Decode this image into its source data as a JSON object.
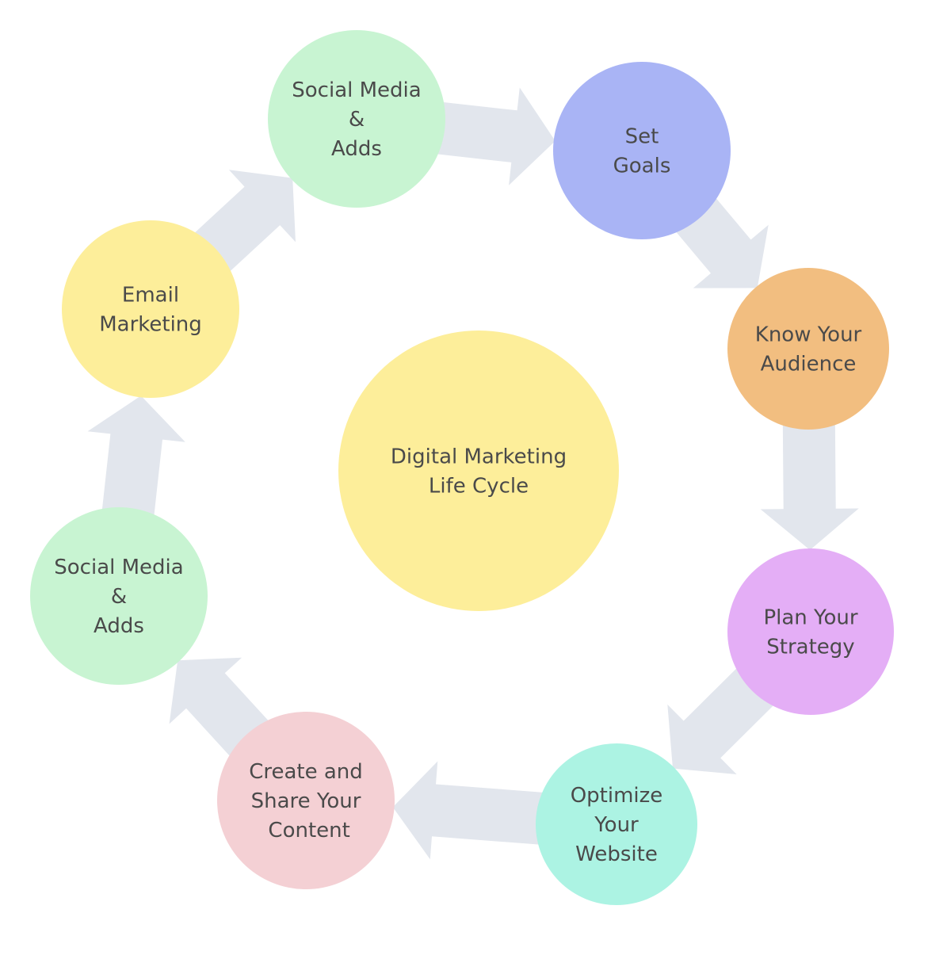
{
  "diagram": {
    "center": {
      "lines": [
        "Digital Marketing",
        "Life Cycle"
      ],
      "color": "#fdee9a"
    },
    "nodes": [
      {
        "id": "set-goals",
        "lines": [
          "Set",
          "Goals"
        ],
        "color": "#a9b4f5"
      },
      {
        "id": "know-your-audience",
        "lines": [
          "Know Your",
          "Audience"
        ],
        "color": "#f2be80"
      },
      {
        "id": "plan-your-strategy",
        "lines": [
          "Plan Your",
          "Strategy"
        ],
        "color": "#e4aef6"
      },
      {
        "id": "optimize-your-website",
        "lines": [
          "Optimize",
          "Your",
          "Website"
        ],
        "color": "#acf3e3"
      },
      {
        "id": "create-and-share-your-content",
        "lines": [
          "Create and",
          "Share Your",
          " Content"
        ],
        "color": "#f4d0d4"
      },
      {
        "id": "social-media-adds-left",
        "lines": [
          "Social Media",
          "&",
          "Adds"
        ],
        "color": "#c8f4d2"
      },
      {
        "id": "email-marketing",
        "lines": [
          "Email",
          "Marketing"
        ],
        "color": "#fdee9a"
      },
      {
        "id": "social-media-adds-top",
        "lines": [
          "Social Media",
          "&",
          "Adds"
        ],
        "color": "#c8f4d2"
      }
    ],
    "arrow_color": "#e2e6ed",
    "text_color": "#4a4a4a"
  }
}
